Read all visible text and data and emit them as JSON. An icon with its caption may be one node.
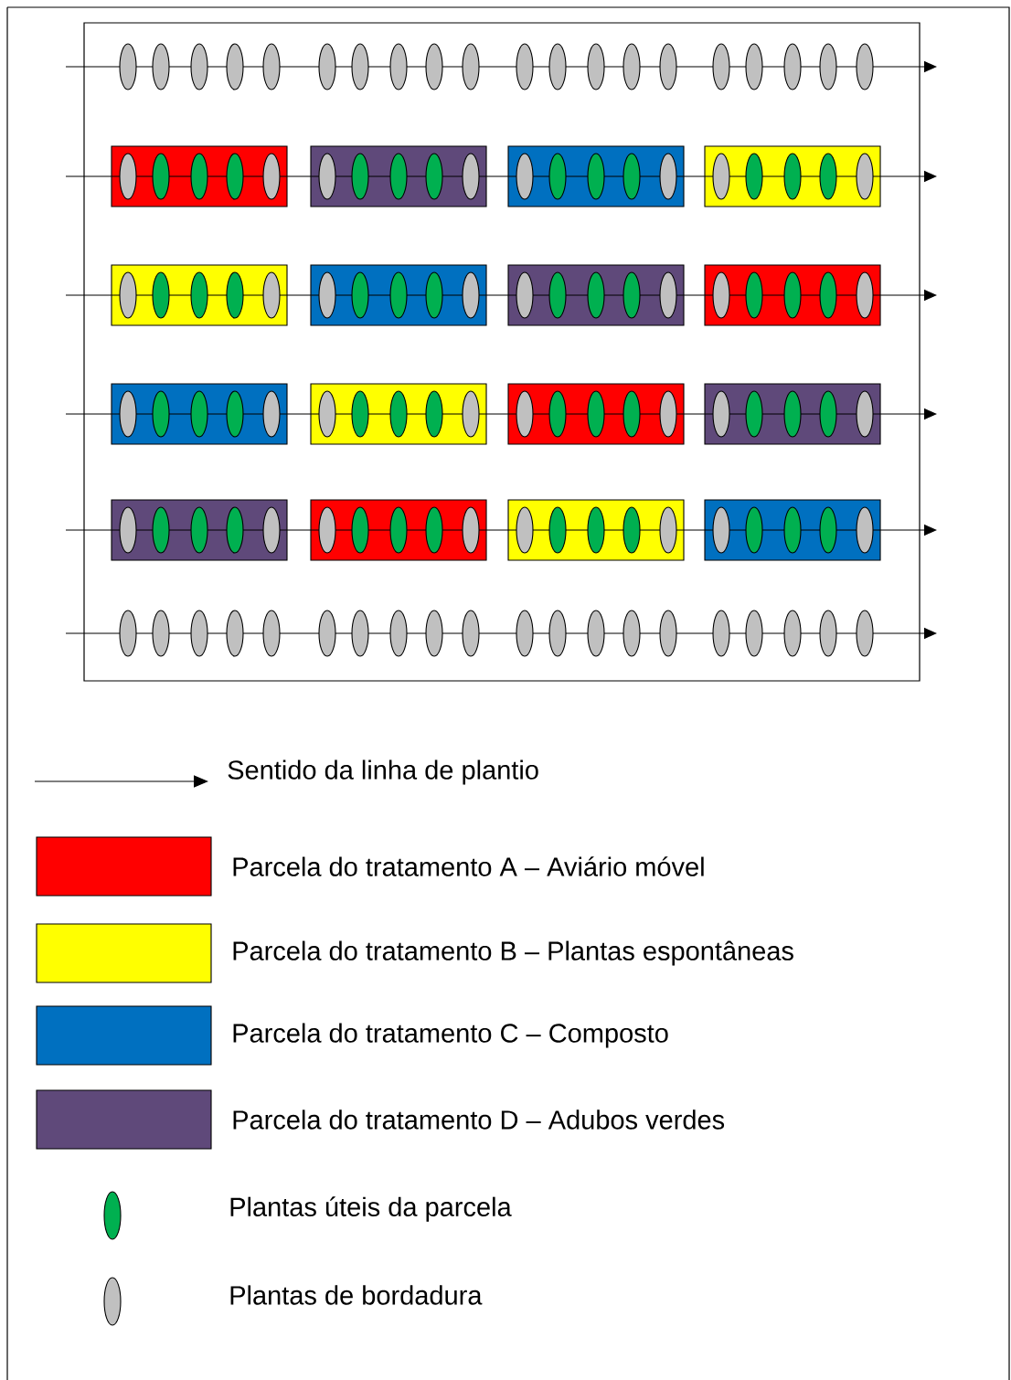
{
  "diagram": {
    "legend": [
      {
        "text": "Sentido da linha de plantio"
      },
      {
        "text": "Parcela do tratamento A – Aviário móvel",
        "color": "#ff0000"
      },
      {
        "text": "Parcela do tratamento B – Plantas espontâneas",
        "color": "#ffff00"
      },
      {
        "text": "Parcela do tratamento C – Composto",
        "color": "#0070c0"
      },
      {
        "text": "Parcela do tratamento D – Adubos verdes",
        "color": "#5f497a"
      },
      {
        "text": "Plantas úteis da parcela"
      },
      {
        "text": "Plantas de bordadura"
      }
    ]
  }
}
